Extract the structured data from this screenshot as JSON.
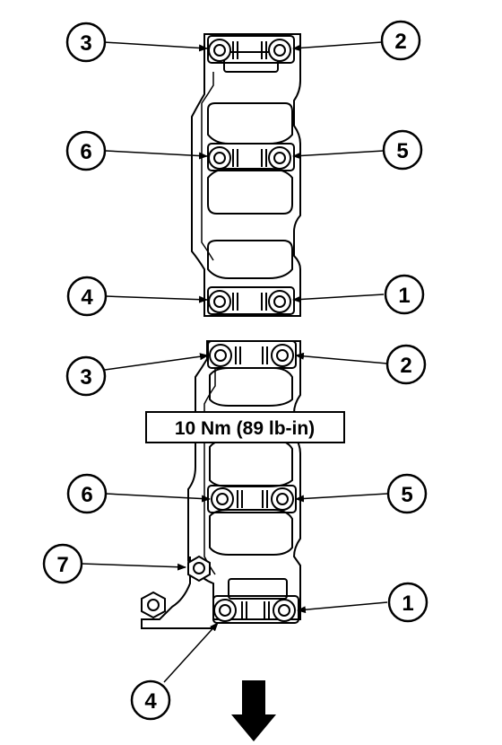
{
  "colors": {
    "ink": "#000000",
    "paper": "#ffffff",
    "accent": "#000000"
  },
  "torque_spec": "10 Nm (89 lb-in)",
  "upper_gasket": {
    "callouts": {
      "c3": "3",
      "c2": "2",
      "c6": "6",
      "c5": "5",
      "c4": "4",
      "c1": "1"
    }
  },
  "lower_gasket": {
    "callouts": {
      "c3": "3",
      "c2": "2",
      "c6": "6",
      "c5": "5",
      "c7": "7",
      "c1": "1",
      "c4": "4"
    }
  },
  "direction_icon": "arrow-down-icon"
}
